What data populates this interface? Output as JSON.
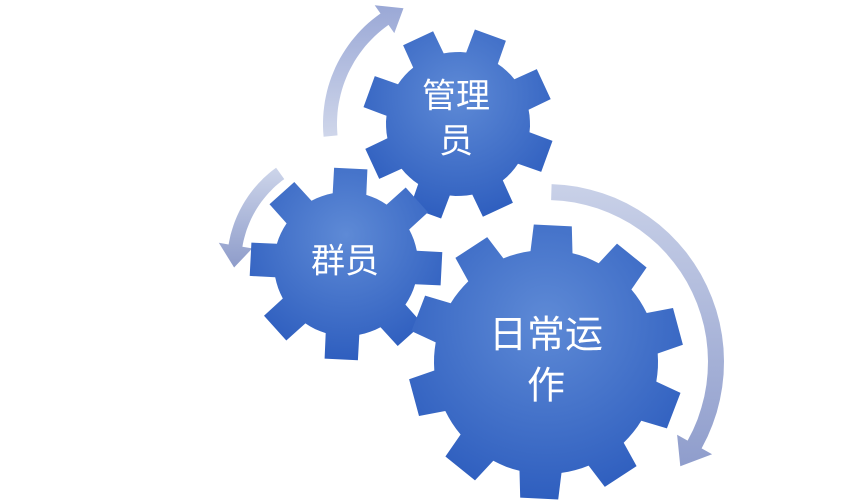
{
  "gears": {
    "admin": {
      "line1": "管理",
      "line2": "员",
      "role": "gear"
    },
    "members": {
      "line1": "群员",
      "role": "gear"
    },
    "operations": {
      "line1": "日常运",
      "line2": "作",
      "role": "gear"
    }
  },
  "colors": {
    "gear_light": "#5b86d1",
    "gear_dark": "#2a59ba",
    "arrow_light": "#c7cfe6",
    "arrow_dark": "#8f9dcc",
    "label": "#ffffff"
  }
}
